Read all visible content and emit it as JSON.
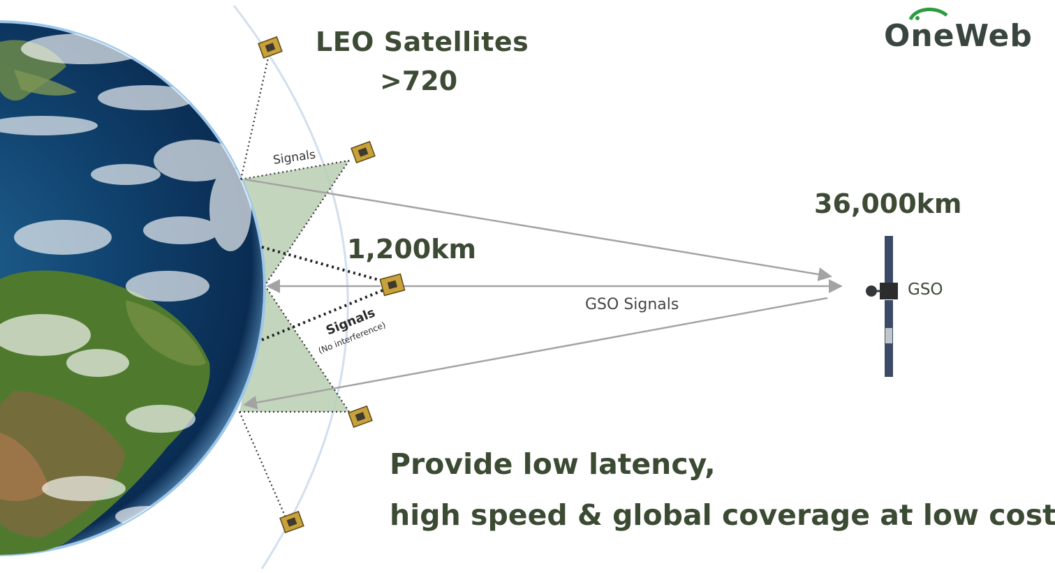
{
  "logo": {
    "text": "OneWeb"
  },
  "leo": {
    "title": "LEO Satellites",
    "count": ">720",
    "altitude": "1,200km"
  },
  "gso": {
    "altitude": "36,000km",
    "label": "GSO",
    "signals_label": "GSO Signals"
  },
  "signals": {
    "upper_label": "Signals",
    "lower_label": "Signals",
    "lower_note": "(No interference)"
  },
  "tagline": {
    "line1": "Provide low latency,",
    "line2": "high speed & global coverage at low cost"
  },
  "colors": {
    "text": "#3d4a34",
    "coverage": "#b9cfb1",
    "arrow": "#a3a3a3",
    "brand_green": "#2e9b3e"
  }
}
